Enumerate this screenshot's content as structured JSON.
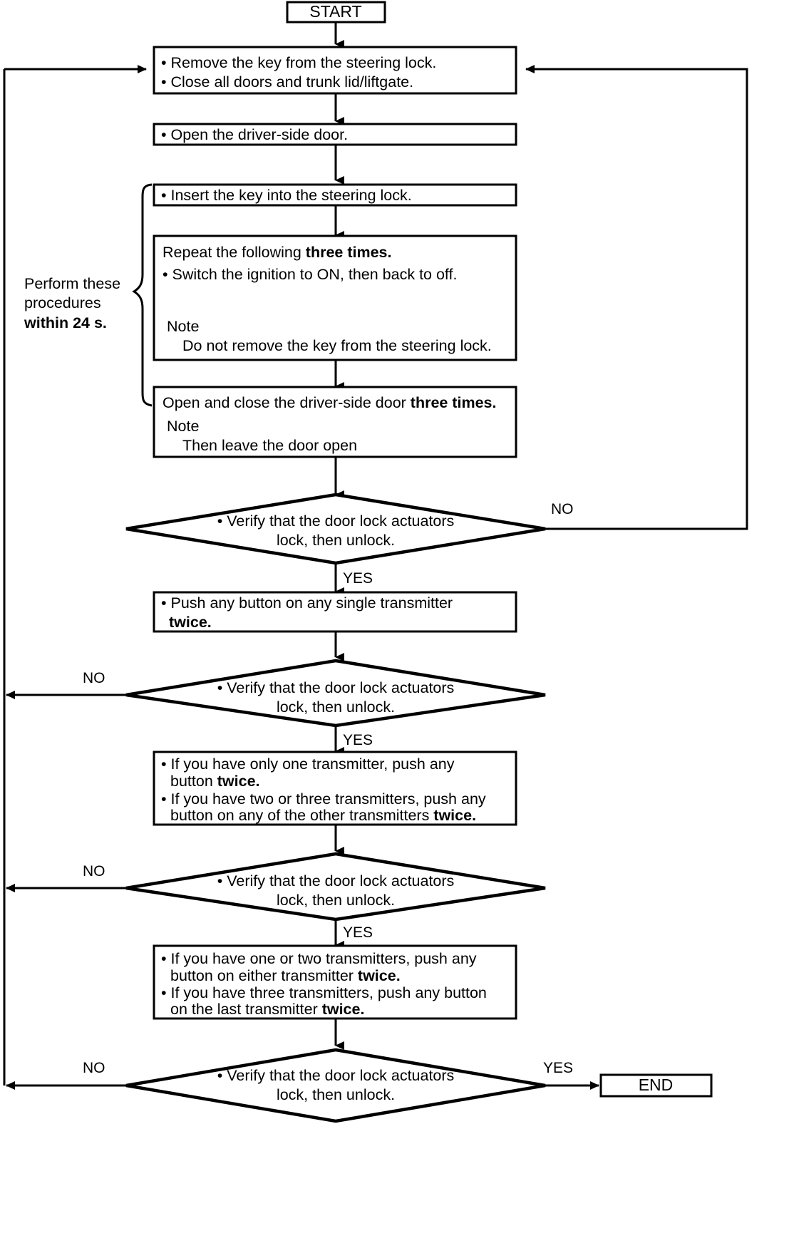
{
  "diagram": {
    "title_node": "START",
    "end_node": "END",
    "side_note": {
      "line1": "Perform these",
      "line2": "procedures",
      "line3_bold": "within 24 s."
    },
    "labels": {
      "yes": "YES",
      "no": "NO"
    },
    "bullet": "•",
    "nodes": {
      "remove_key": {
        "l1": "• Remove the key from  the steering lock.",
        "l2": "• Close all doors and trunk lid/liftgate."
      },
      "open_door": {
        "l1": "• Open the driver-side door."
      },
      "insert_key": {
        "l1": "• Insert the key into the steering lock."
      },
      "repeat_three": {
        "l1a": "Repeat the following ",
        "l1b": "three times.",
        "l2": "• Switch the ignition to ON, then back to off.",
        "l3": "Note",
        "l4": "Do not remove the key from the steering lock."
      },
      "open_close_door": {
        "l1a": "Open and close the driver-side door ",
        "l1b": "three times.",
        "l2": "Note",
        "l3": "Then leave the door open"
      },
      "verify1": {
        "l1": "• Verify that the door lock actuators",
        "l2": "lock, then unlock."
      },
      "push_single": {
        "l1": "• Push any button on any single transmitter",
        "l2_bold": "twice."
      },
      "verify2": {
        "l1": "• Verify that the door lock actuators",
        "l2": "lock, then unlock."
      },
      "other_transmitters": {
        "l1": "• If you have only one transmitter, push any",
        "l2a": "button ",
        "l2b": "twice.",
        "l3": "• If you have two or three transmitters, push any",
        "l4a": "button on any of the other transmitters ",
        "l4b": "twice."
      },
      "verify3": {
        "l1": "• Verify that the door lock actuators",
        "l2": "lock, then unlock."
      },
      "last_transmitter": {
        "l1": "• If you have one or two transmitters, push any",
        "l2a": "button on either transmitter ",
        "l2b": "twice.",
        "l3": "• If you have three transmitters, push any button",
        "l4a": "on the last transmitter ",
        "l4b": "twice."
      },
      "verify4": {
        "l1": "• Verify that the door lock actuators",
        "l2": "lock, then unlock."
      }
    }
  }
}
